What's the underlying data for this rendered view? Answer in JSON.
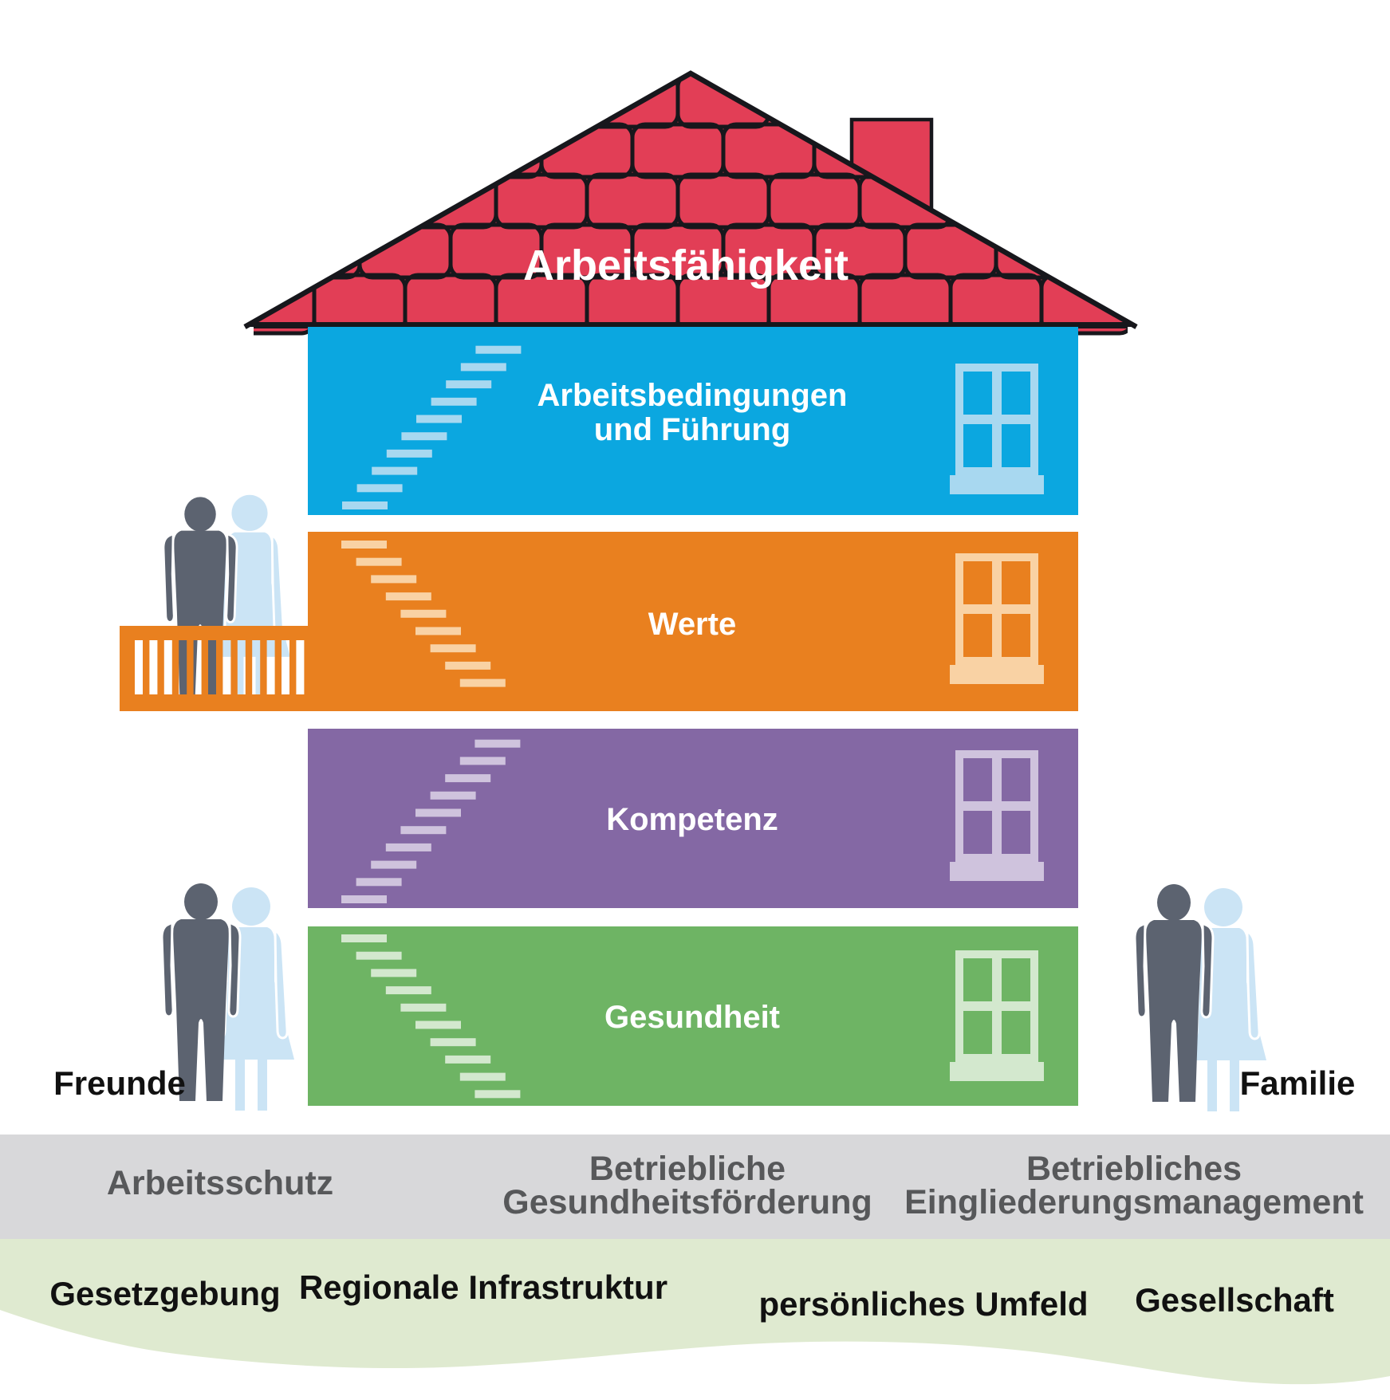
{
  "diagram": {
    "roof": {
      "label": "Arbeitsfähigkeit",
      "color": "#e23e56",
      "outline_color": "#17171c"
    },
    "floors": [
      {
        "name": "arbeitsbedingungen-und-fuehrung",
        "label_line1": "Arbeitsbedingungen",
        "label_line2": "und Führung",
        "color": "#0ba7e0",
        "accent": "#a8d8f0"
      },
      {
        "name": "werte",
        "label": "Werte",
        "color": "#e9801f",
        "accent": "#f9d2a4"
      },
      {
        "name": "kompetenz",
        "label": "Kompetenz",
        "color": "#8468a4",
        "accent": "#cfc3dd"
      },
      {
        "name": "gesundheit",
        "label": "Gesundheit",
        "color": "#6eb464",
        "accent": "#d3e8ce"
      }
    ],
    "people": {
      "friends_label": "Freunde",
      "family_label": "Familie",
      "man_color": "#5c6370",
      "woman_color": "#cbe4f5",
      "text_color": "#111111"
    },
    "gray_band": {
      "color": "#d8d8da",
      "text_color": "#57585a",
      "items": [
        {
          "line1": "Arbeitsschutz",
          "line2": ""
        },
        {
          "line1": "Betriebliche",
          "line2": "Gesundheitsförderung"
        },
        {
          "line1": "Betriebliches",
          "line2": "Eingliederungsmanagement"
        }
      ]
    },
    "green_band": {
      "color": "#dfead0",
      "text_color": "#111111",
      "items": [
        "Gesetzgebung",
        "Regionale Infrastruktur",
        "persönliches Umfeld",
        "Gesellschaft"
      ]
    }
  }
}
